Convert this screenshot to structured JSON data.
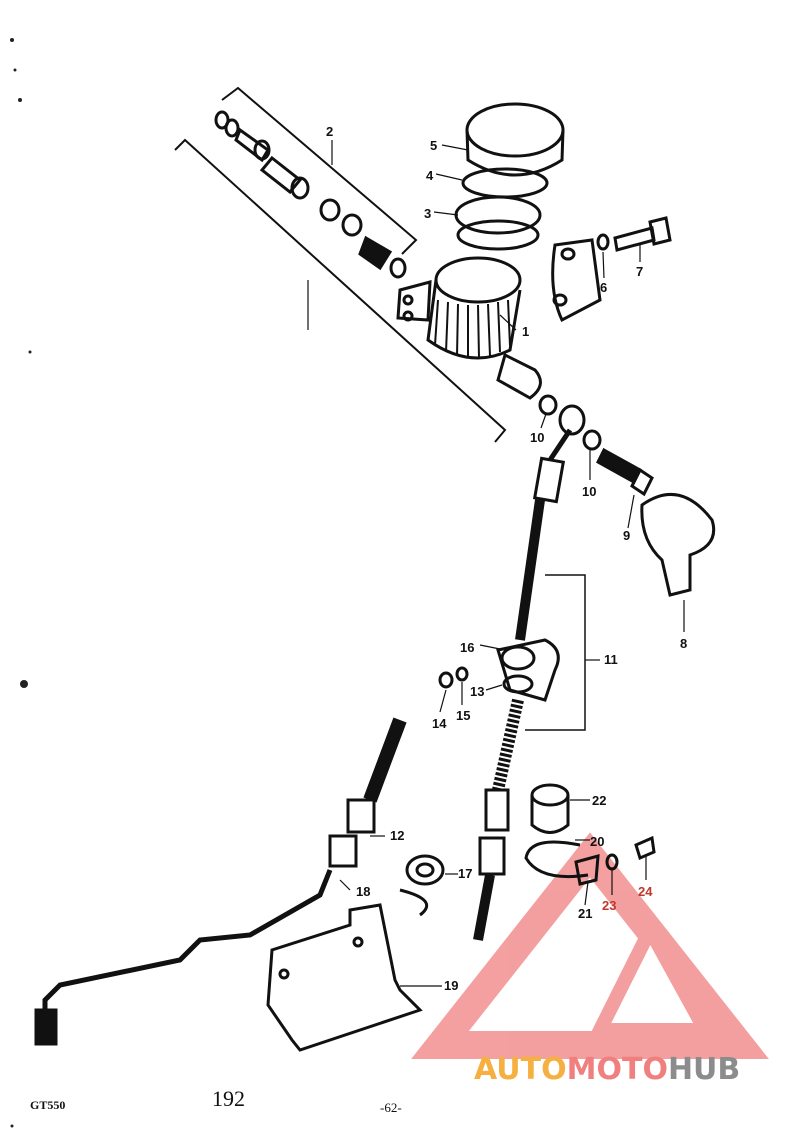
{
  "diagram": {
    "callouts": [
      {
        "id": "c1",
        "label": "1"
      },
      {
        "id": "c2",
        "label": "2"
      },
      {
        "id": "c3",
        "label": "3"
      },
      {
        "id": "c4",
        "label": "4"
      },
      {
        "id": "c5",
        "label": "5"
      },
      {
        "id": "c6",
        "label": "6"
      },
      {
        "id": "c7",
        "label": "7"
      },
      {
        "id": "c8",
        "label": "8"
      },
      {
        "id": "c9",
        "label": "9"
      },
      {
        "id": "c10a",
        "label": "10"
      },
      {
        "id": "c10b",
        "label": "10"
      },
      {
        "id": "c11",
        "label": "11"
      },
      {
        "id": "c12",
        "label": "12"
      },
      {
        "id": "c13",
        "label": "13"
      },
      {
        "id": "c14",
        "label": "14"
      },
      {
        "id": "c15",
        "label": "15"
      },
      {
        "id": "c16",
        "label": "16"
      },
      {
        "id": "c17",
        "label": "17"
      },
      {
        "id": "c18",
        "label": "18"
      },
      {
        "id": "c19",
        "label": "19"
      },
      {
        "id": "c20",
        "label": "20"
      },
      {
        "id": "c21",
        "label": "21"
      },
      {
        "id": "c22",
        "label": "22"
      },
      {
        "id": "c23",
        "label": "23"
      },
      {
        "id": "c24",
        "label": "24"
      }
    ]
  },
  "footer": {
    "model_code": "GT550",
    "figure_number": "192",
    "page_number": "-62-"
  },
  "watermark": {
    "part1": "AUTO",
    "part2": "MOTO",
    "part3": "HUB",
    "color_orange": "#f5b041",
    "color_red": "#f08080",
    "color_grey": "#8c8c8c"
  }
}
